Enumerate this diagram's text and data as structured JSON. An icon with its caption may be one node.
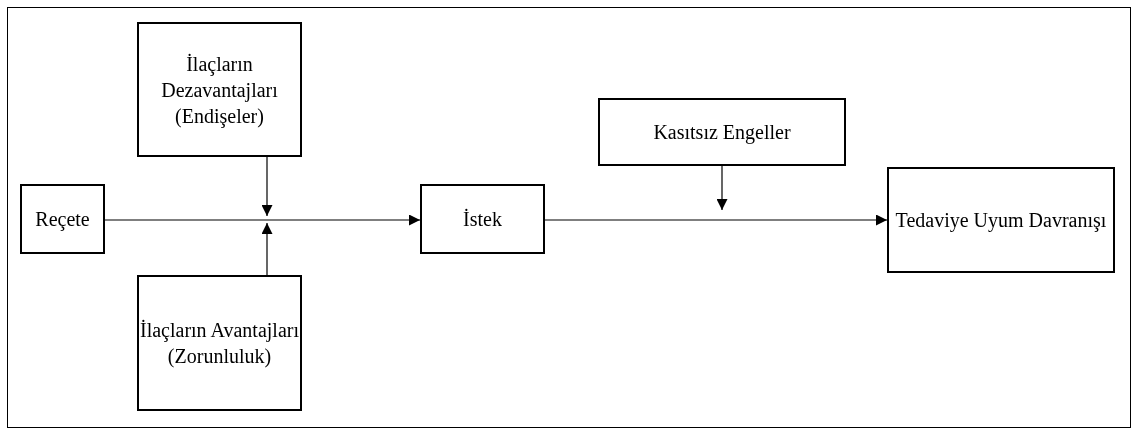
{
  "diagram": {
    "nodes": [
      {
        "text": [
          "Reçete"
        ]
      },
      {
        "text": [
          "İlaçların Dezavantajları (Endişeler)"
        ]
      },
      {
        "text": [
          "İlaçların Avantajları (Zorunluluk)"
        ]
      },
      {
        "text": [
          "İstek"
        ]
      },
      {
        "text": [
          "Kasıtsız Engeller"
        ]
      },
      {
        "text": [
          "Tedaviye Uyum Davranışı"
        ]
      }
    ],
    "edges": [
      {
        "from": 0,
        "to": 3,
        "arrow": "to"
      },
      {
        "from": 1,
        "to": null,
        "arrow": "to"
      },
      {
        "from": 2,
        "to": null,
        "arrow": "to"
      },
      {
        "from": 3,
        "to": 5,
        "arrow": "to"
      },
      {
        "from": 4,
        "to": null,
        "arrow": "to"
      }
    ]
  }
}
